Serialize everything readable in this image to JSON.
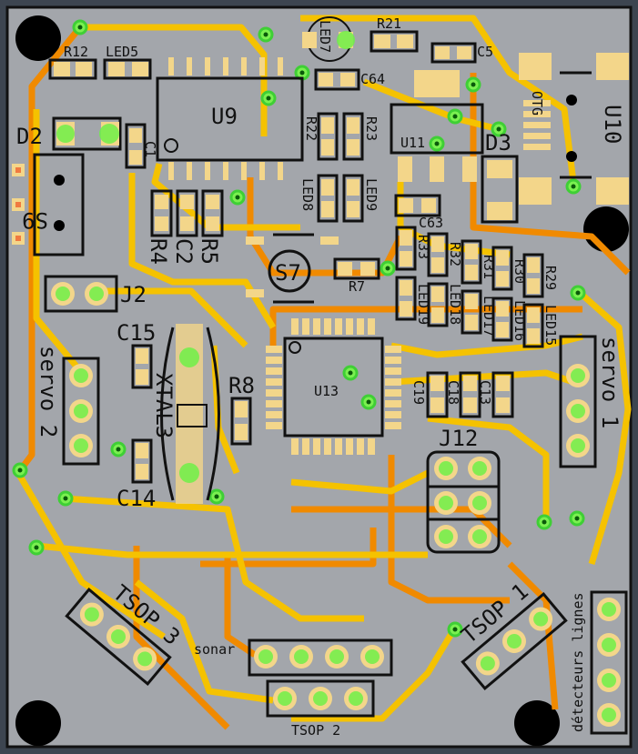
{
  "components": {
    "r12": "R12",
    "led5": "LED5",
    "u9": "U9",
    "d2": "D2",
    "s9": "S9",
    "c1": "C1",
    "r22": "R22",
    "r23": "R23",
    "led7": "LED7",
    "r21": "R21",
    "c5": "C5",
    "c64": "C64",
    "u10": "U10",
    "otg": "OTG",
    "led8": "LED8",
    "led9": "LED9",
    "u11": "U11",
    "d3": "D3",
    "c63": "C63",
    "r4": "R4",
    "c2": "C2",
    "r5": "R5",
    "s7": "S7",
    "r7": "R7",
    "r33": "R33",
    "r32": "R32",
    "r31": "R31",
    "r30": "R30",
    "r29": "R29",
    "led19": "LED19",
    "led18": "LED18",
    "led17": "LED17",
    "led16": "LED16",
    "led15": "LED15",
    "j2": "J2",
    "c15": "C15",
    "servo2": "servo 2",
    "xtal3": "XTAL3",
    "r8": "R8",
    "u13": "U13",
    "c19": "C19",
    "c18": "C18",
    "c13": "C13",
    "servo1": "servo 1",
    "j12": "J12",
    "c14": "C14",
    "tsop3": "TSOP 3",
    "sonar": "sonar",
    "tsop2": "TSOP 2",
    "tsop1": "TSOP 1",
    "detecteurs": "détecteurs lignes"
  },
  "colors": {
    "board": "#a3a6ab",
    "trace_top": "#f5c200",
    "trace_bottom": "#f08a00",
    "pad": "#f3d68a",
    "via": "#7af050"
  }
}
